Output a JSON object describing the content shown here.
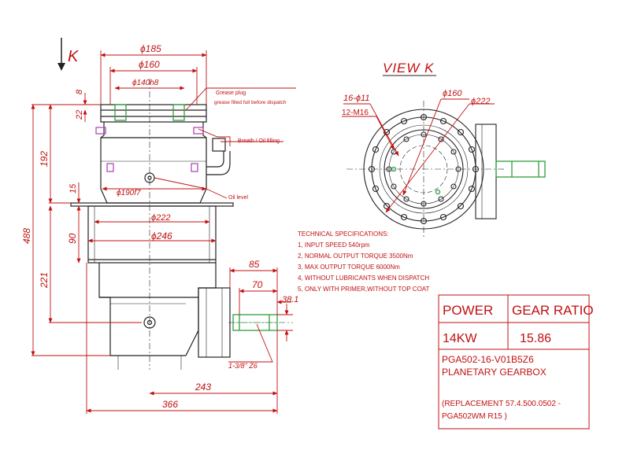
{
  "view_k": {
    "arrow_label": "K",
    "title": "VIEW  K"
  },
  "dims": {
    "d185": "ϕ185",
    "d160": "ϕ160",
    "d140": "ϕ140h8",
    "d8": "8",
    "d22": "22",
    "d192": "192",
    "d15": "15",
    "d190": "ϕ190f7",
    "d222": "ϕ222",
    "d246": "ϕ246",
    "d90": "90",
    "d488": "488",
    "d221": "221",
    "d85": "85",
    "d70": "70",
    "d38": "38.1",
    "d243": "243",
    "d366": "366",
    "thread": "1-3/8\" Z6",
    "k_holes": "16-ϕ11",
    "k_m16": "12-M16",
    "k_d160": "ϕ160",
    "k_d222": "ϕ222"
  },
  "callouts": {
    "grease_plug_1": "Grease plug",
    "grease_plug_2": "grease filled full before dispatch",
    "breath": "Breath / Oil filling",
    "oil_level": "Oil level"
  },
  "specs": {
    "title": "TECHNICAL SPECIFICATIONS:",
    "lines": [
      "1, INPUT SPEED 540rpm",
      "2, NORMAL OUTPUT TORQUE 3500Nm",
      "3, MAX OUTPUT TORQUE 6000Nm",
      "4, WITHOUT LUBRICANTS WHEN DISPATCH",
      "5, ONLY WITH PRIMER,WITHOUT TOP COAT"
    ]
  },
  "title_block": {
    "power_header": "POWER",
    "ratio_header": "GEAR RATIO",
    "power_value": "14KW",
    "ratio_value": "15.86",
    "model_line1": "PGA502-16-V01B5Z6",
    "model_line2": "PLANETARY GEARBOX",
    "replacement_line1": "(REPLACEMENT 57.4.500.0502 -",
    "replacement_line2": "PGA502WM R15 )"
  },
  "colors": {
    "outline": "#222222",
    "dimension": "#c01010",
    "shaft": "#2e9e3e",
    "plug": "#b04ab8"
  }
}
